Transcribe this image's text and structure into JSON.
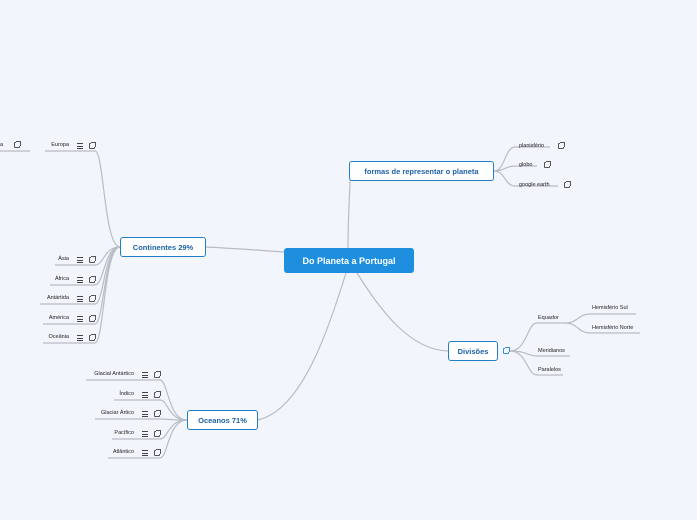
{
  "root": {
    "label": "Do Planeta a Portugal"
  },
  "branches": {
    "formas": {
      "label": "formas de representar o planeta",
      "children": [
        "planisfério",
        "globo",
        "google earth"
      ]
    },
    "continentes": {
      "label": "Continentes 29%",
      "children": [
        "Europa",
        "Ásia",
        "África",
        "Antártida",
        "América",
        "Oceânia"
      ],
      "cut_child": "a"
    },
    "oceanos": {
      "label": "Oceanos 71%",
      "children": [
        "Glacial Antártico",
        "Índico",
        "Glaciar Ártico",
        "Pacífico",
        "Atlântico"
      ]
    },
    "divisoes": {
      "label": "Divisões",
      "children": [
        "Equador",
        "Meridianos",
        "Paralelos"
      ],
      "equador_children": [
        "Hemisfério Sul",
        "Hemisfério Norte"
      ]
    }
  },
  "colors": {
    "background": "#f2f5fc",
    "root_fill": "#1e8fdf",
    "branch_border": "#1f7fc4",
    "branch_text": "#1f62a8",
    "connector": "#b8bcc4"
  }
}
